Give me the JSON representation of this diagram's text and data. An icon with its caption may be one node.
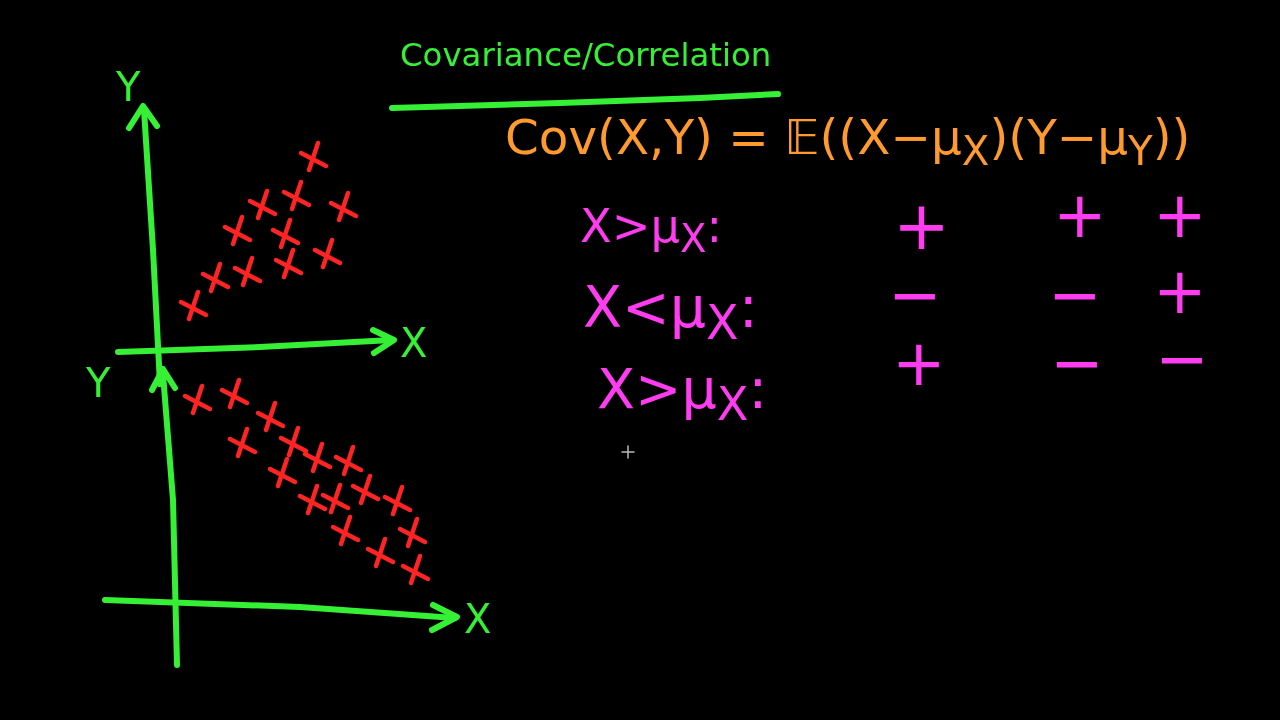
{
  "diagram": {
    "title": "Covariance/Correlation",
    "labels": [
      "Y",
      "Cov(X,Y) = 𝔼((X−μ$_{X}$)(Y−μ$_{Y}$))",
      "X>μ$_{X}$:",
      "+",
      "+",
      "+",
      "X<μ$_{X}$:",
      "−",
      "−",
      "+",
      "X",
      "Y",
      "X>μ$_{X}$:",
      "+",
      "−",
      "−",
      "X"
    ]
  }
}
